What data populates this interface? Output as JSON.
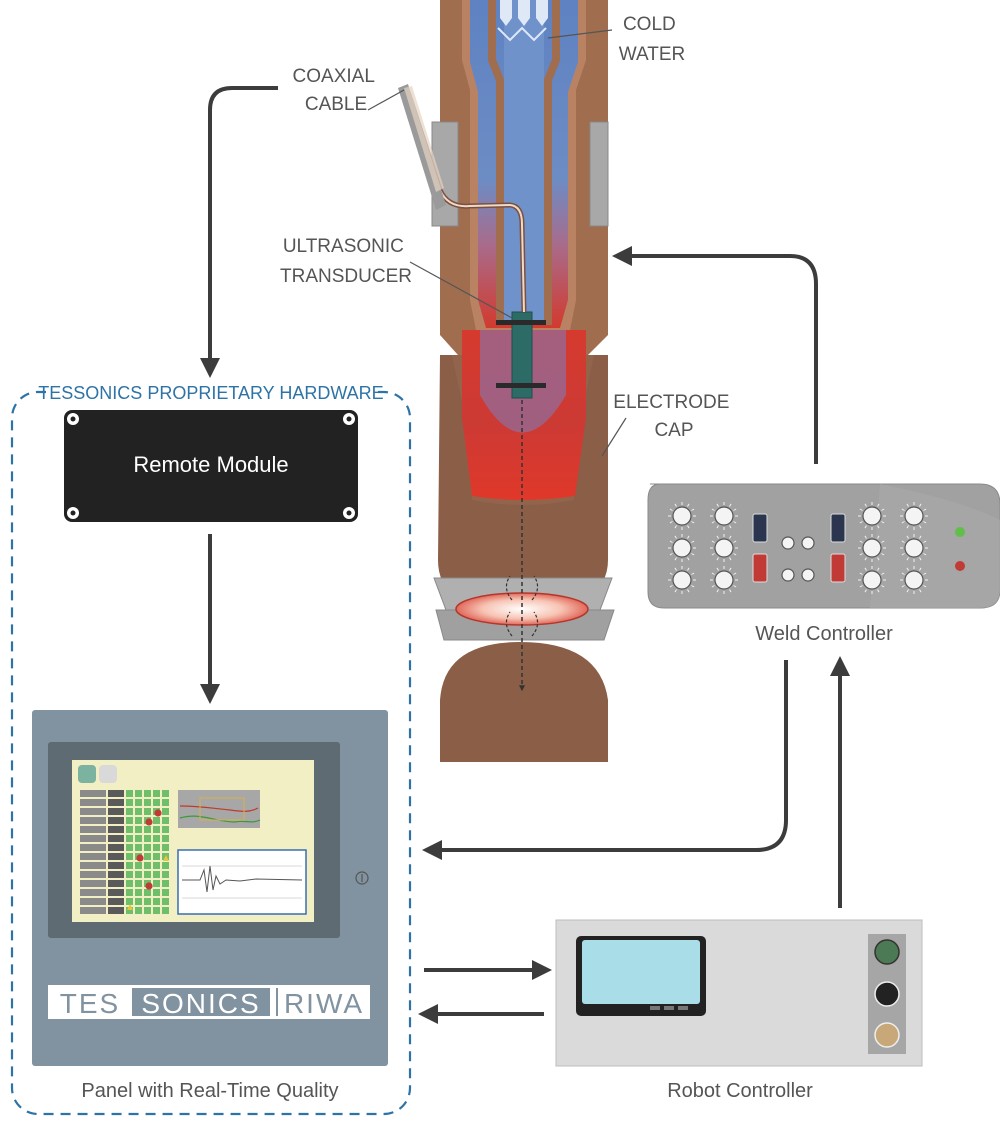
{
  "labels": {
    "cold_water": [
      "COLD",
      "WATER"
    ],
    "coaxial_cable": [
      "COAXIAL",
      "CABLE"
    ],
    "ultrasonic_transducer": [
      "ULTRASONIC",
      "TRANSDUCER"
    ],
    "electrode_cap": [
      "ELECTRODE",
      "CAP"
    ],
    "hardware_group": "TESSONICS PROPRIETARY HARDWARE",
    "remote_module": "Remote Module",
    "weld_controller": "Weld Controller",
    "panel": "Panel with Real-Time Quality",
    "robot_controller": "Robot Controller"
  },
  "brand": {
    "part1": "TES",
    "part2": "SONICS",
    "part3": "RIWA"
  },
  "colors": {
    "copper": "#a06d4f",
    "copper_dark": "#7f5a45",
    "water_blue": "#6b8cc4",
    "hot_red": "#d43b30",
    "arrow": "#3c3c3c",
    "dashed_border": "#2e73a6",
    "module_black": "#222222",
    "panel_blue_gray": "#8193a0",
    "controller_gray": "#a1a1a1",
    "robot_gray": "#dadada",
    "screen_cyan": "#a9dde8"
  }
}
